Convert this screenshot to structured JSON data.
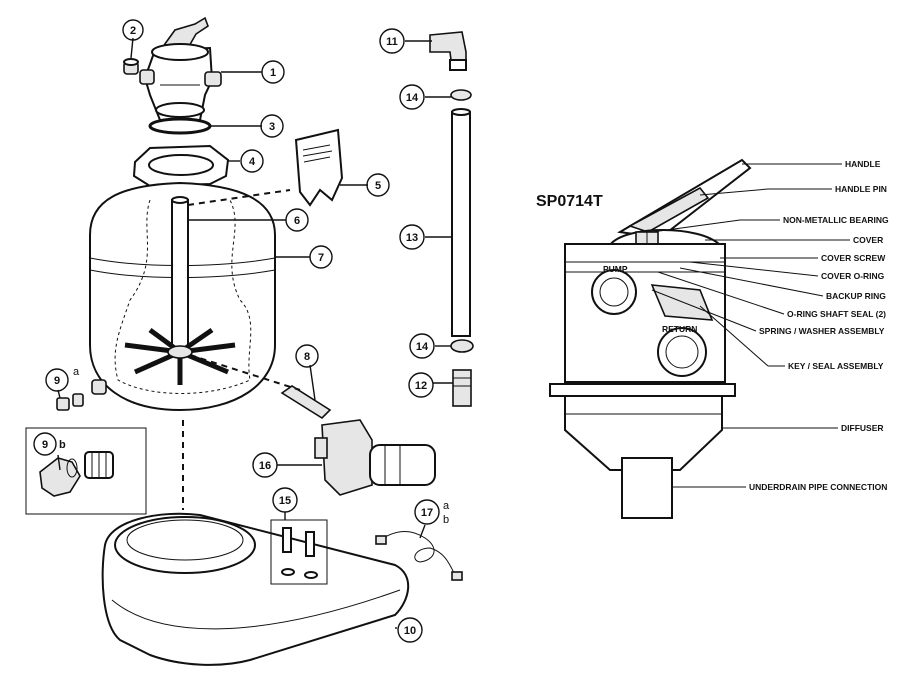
{
  "callouts": [
    {
      "num": "1"
    },
    {
      "num": "2"
    },
    {
      "num": "3"
    },
    {
      "num": "4"
    },
    {
      "num": "5"
    },
    {
      "num": "6"
    },
    {
      "num": "7"
    },
    {
      "num": "8"
    },
    {
      "num": "9"
    },
    {
      "num": "9"
    },
    {
      "num": "10"
    },
    {
      "num": "11"
    },
    {
      "num": "12"
    },
    {
      "num": "13"
    },
    {
      "num": "14"
    },
    {
      "num": "14"
    },
    {
      "num": "15"
    },
    {
      "num": "16"
    },
    {
      "num": "17"
    }
  ],
  "suffixes": {
    "s9a": "a",
    "s9b": "b",
    "s17a": "a",
    "s17b": "b"
  },
  "pump_text": {
    "pump": "PUMP",
    "return": "RETURN"
  },
  "valve_diagram": {
    "model": "SP0714T",
    "labels": [
      "HANDLE",
      "HANDLE PIN",
      "NON-METALLIC BEARING",
      "COVER",
      "COVER SCREW",
      "COVER O-RING",
      "BACKUP RING",
      "O-RING SHAFT SEAL (2)",
      "SPRING / WASHER ASSEMBLY",
      "KEY / SEAL ASSEMBLY",
      "DIFFUSER",
      "UNDERDRAIN PIPE CONNECTION"
    ]
  }
}
